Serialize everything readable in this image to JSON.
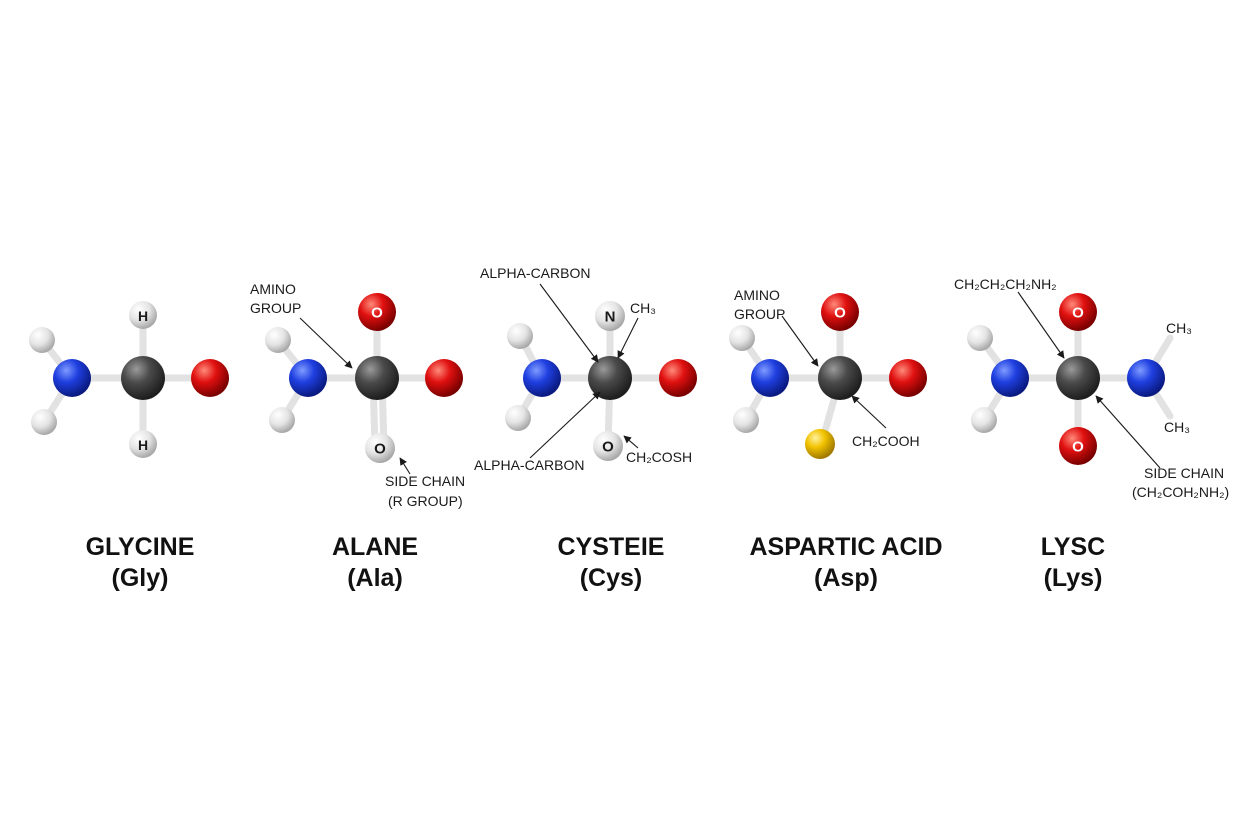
{
  "colors": {
    "carbon": "#4a4a4a",
    "nitrogen": "#1f3fe0",
    "oxygen": "#e01010",
    "hydrogen": "#e4e4e4",
    "sulfur": "#f2c200",
    "bond": "#e2e2e2"
  },
  "molecules": [
    {
      "name": "GLYCINE",
      "abbr": "(Gly)",
      "atom_labels": [
        "H",
        "H"
      ],
      "annotations": []
    },
    {
      "name": "ALANE",
      "abbr": "(Ala)",
      "atom_labels": [
        "O",
        "O"
      ],
      "annotations": [
        {
          "lines": [
            "AMINO",
            "GROUP"
          ]
        },
        {
          "lines": [
            "SIDE CHAIN",
            "(R GROUP)"
          ]
        }
      ]
    },
    {
      "name": "CYSTEIE",
      "abbr": "(Cys)",
      "atom_labels": [
        "N",
        "O"
      ],
      "annotations": [
        {
          "lines": [
            "ALPHA-CARBON"
          ]
        },
        {
          "lines": [
            "CH₃"
          ]
        },
        {
          "lines": [
            "ALPHA-CARBON"
          ]
        },
        {
          "lines": [
            "CH₂COSH"
          ]
        }
      ]
    },
    {
      "name": "ASPARTIC ACID",
      "abbr": "(Asp)",
      "atom_labels": [
        "O"
      ],
      "annotations": [
        {
          "lines": [
            "AMINO",
            "GROUP"
          ]
        },
        {
          "lines": [
            "CH₂COOH"
          ]
        }
      ]
    },
    {
      "name": "LYSC",
      "abbr": "(Lys)",
      "atom_labels": [
        "O",
        "O"
      ],
      "annotations": [
        {
          "lines": [
            "CH₂CH₂CH₂NH₂"
          ]
        },
        {
          "lines": [
            "CH₃"
          ]
        },
        {
          "lines": [
            "CH₃"
          ]
        },
        {
          "lines": [
            "SIDE CHAIN",
            "(CH₂COH₂NH₂)"
          ]
        }
      ]
    }
  ]
}
